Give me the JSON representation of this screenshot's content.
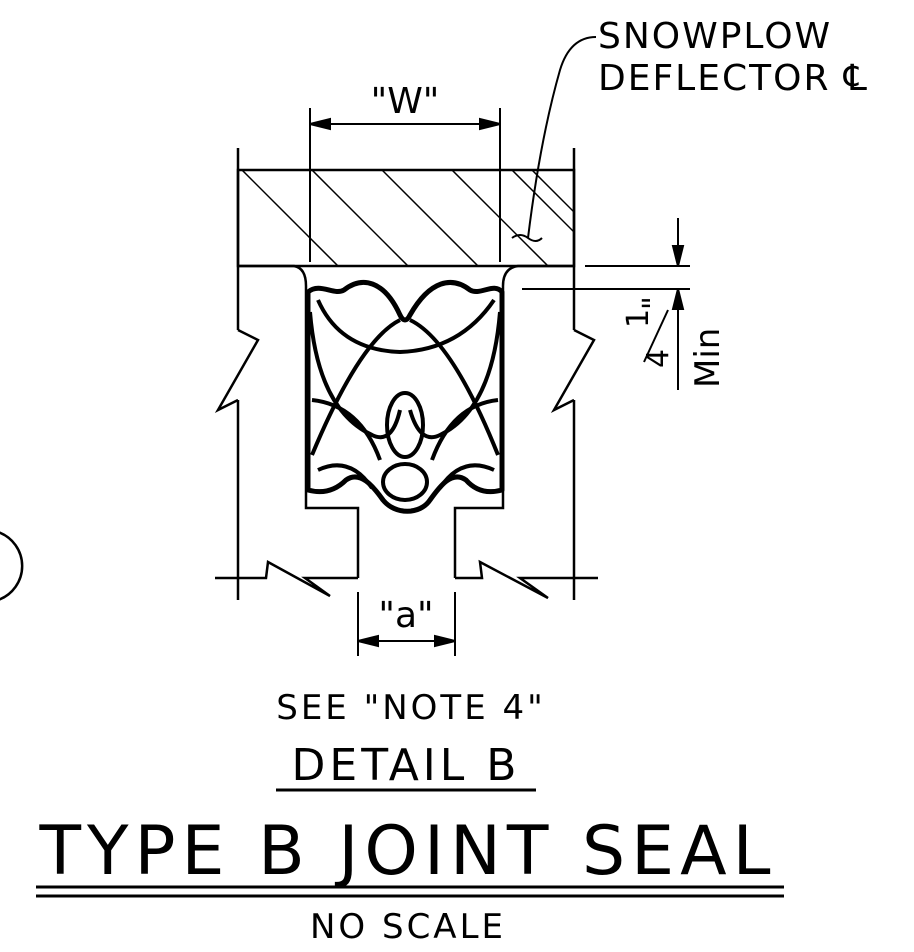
{
  "callout": {
    "line1": "SNOWPLOW",
    "line2": "DEFLECTOR ℄"
  },
  "dimensions": {
    "width_label": "\"W\"",
    "gap_label": "\"a\"",
    "min_fraction_num": "1",
    "min_fraction_den": "4",
    "min_inch_mark": "\"",
    "min_label": "Min"
  },
  "notes": {
    "see_note": "SEE \"NOTE 4\""
  },
  "titles": {
    "detail": "DETAIL B",
    "main": "TYPE B JOINT SEAL",
    "scale": "NO SCALE"
  }
}
